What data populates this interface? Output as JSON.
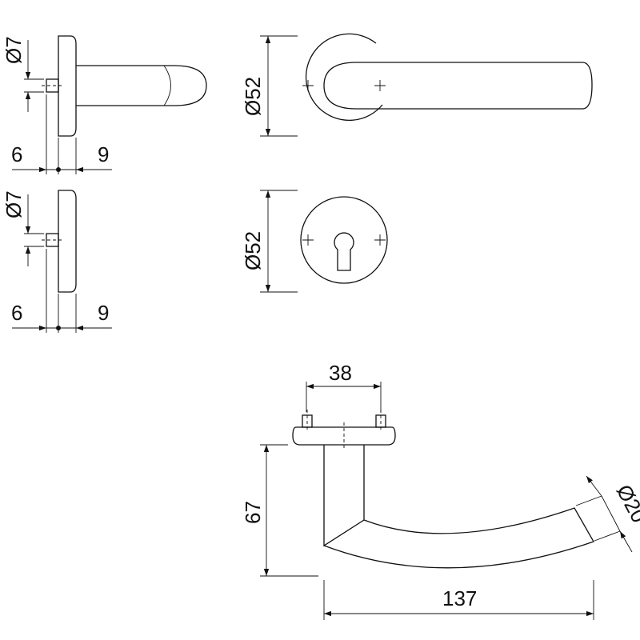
{
  "title": "Lever handle on round rose – dimension drawing",
  "side_view_top": {
    "spindle_diameter": "Ø7",
    "left_offset": "6",
    "right_offset": "9"
  },
  "side_view_bottom": {
    "spindle_diameter": "Ø7",
    "left_offset": "6",
    "right_offset": "9"
  },
  "front_rose": {
    "diameter": "Ø52"
  },
  "front_escutcheon": {
    "diameter": "Ø52"
  },
  "lever_top_view": {
    "screw_spacing": "38",
    "height": "67",
    "length": "137",
    "grip_diameter": "Ø20"
  },
  "colors": {
    "line": "#111111",
    "background": "#ffffff"
  }
}
